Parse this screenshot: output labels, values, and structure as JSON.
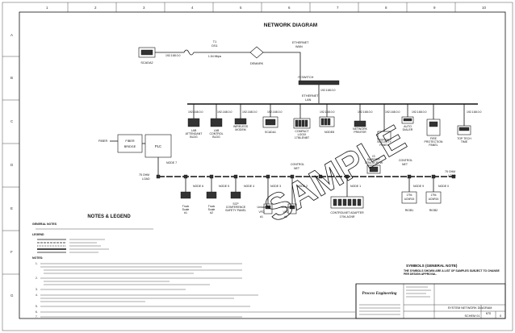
{
  "sheet": {
    "title": "NETWORK DIAGRAM",
    "grid_columns": [
      "1",
      "2",
      "3",
      "4",
      "5",
      "6",
      "7",
      "8",
      "9",
      "10"
    ],
    "grid_rows": [
      "A",
      "B",
      "C",
      "D",
      "E",
      "F",
      "G"
    ]
  },
  "diagram": {
    "t1_line": "T1",
    "t1_sub": "DS1",
    "t1_speed": "1.54 Mbps",
    "scada2": "SCADA2",
    "scada2_ip": "192.168.0.0",
    "demark": "DEMARK",
    "ethernet_wan": "ETHERNET",
    "ethernet_wan_sub": "WAN",
    "it_switch": "IT SWITCH",
    "it_switch_ip": "192.168.0.0",
    "ethernet_lan": "ETHERNET",
    "ethernet_lan_sub": "LAN",
    "lan_ips": [
      "192.168.0.0",
      "192.168.0.0",
      "192.168.0.0",
      "192.168.0.0",
      "192.168.0.0",
      "192.168.0.0",
      "192.168.0.0",
      "192.168.0.0",
      "192.168.0.0"
    ],
    "lan_devices": [
      {
        "label1": "LAB",
        "label2": "ATTENDANT",
        "label3": "BLDG"
      },
      {
        "label1": "LAB",
        "label2": "CONTROL",
        "label3": "BLDG"
      },
      {
        "label1": "WIRELESS",
        "label2": "MODEM",
        "label3": ""
      },
      {
        "label1": "SCADA1",
        "label2": "",
        "label3": ""
      },
      {
        "label1": "COMPACT",
        "label2": "LOGIX",
        "label3": "1756-ENBT"
      },
      {
        "label1": "NODE8",
        "label2": "",
        "label3": ""
      },
      {
        "label1": "NETWORK",
        "label2": "PRINTER",
        "label3": ""
      },
      {
        "label1": "SECURITY",
        "label2": "PANEL",
        "label3": ""
      },
      {
        "label1": "AUTO",
        "label2": "DIALER",
        "label3": ""
      },
      {
        "label1": "FIRE",
        "label2": "PROTECTION",
        "label3": "PANEL"
      },
      {
        "label1": "TOP TECH",
        "label2": "TIME",
        "label3": ""
      }
    ],
    "fiber": "FIBER",
    "fiber_bridge_1": "FIBER",
    "fiber_bridge_2": "BRIDGE",
    "plc": "PLC",
    "node7": "NODE 7",
    "control_net_1": "CONTROL",
    "control_net_2": "NET",
    "control_net_3": "CONTROL",
    "control_net_4": "NET",
    "load_left_1": "75 OHM",
    "load_left_2": "LOAD",
    "load_right_1": "75 OHM",
    "load_right_2": "LOAD",
    "is_barrier_1": "IS",
    "is_barrier_2": "BARRIER",
    "is_barrier_3": "1756-NCRPW",
    "nodes": [
      "NODE 6",
      "NODE 5",
      "NODE 4",
      "NODE 3",
      "NODE 2",
      "NODE 1",
      "NODE 9",
      "NODE 0"
    ],
    "bottom_devices": [
      {
        "label1": "Truck",
        "label2": "Scale",
        "label3": "#1"
      },
      {
        "label1": "Truck",
        "label2": "Scale",
        "label3": "#2"
      },
      {
        "label1": "SCP",
        "label2": "CONFERENCE",
        "label3": "SAFETY PANEL"
      },
      {
        "label1": "Unload",
        "label2": "VFD",
        "label3": "#1"
      },
      {
        "label1": "Unload",
        "label2": "VFD",
        "label3": "#2"
      },
      {
        "label1": "CONTROLNET ADAPTER",
        "label2": "1794-ACNR",
        "label3": ""
      },
      {
        "label1": "RIOB1",
        "label2": "",
        "label3": ""
      },
      {
        "label1": "RIOB2",
        "label2": "",
        "label3": ""
      }
    ],
    "rio_1": "1794",
    "rio_2": "ACNR15",
    "watermark": "SAMPLE"
  },
  "notes": {
    "title": "NOTES & LEGEND",
    "general_notes_heading": "GENERAL NOTES",
    "legend_heading": "LEGEND",
    "notes_heading": "NOTES:",
    "note_numbers": [
      "1.",
      "2.",
      "3.",
      "4.",
      "5.",
      "6.",
      "7."
    ]
  },
  "symbols_note": {
    "heading": "SYMBOLS (GENERAL NOTE)",
    "body": "THE SYMBOLS SHOWN ARE A LIST OF SAMPLES SUBJECT TO CHANGE PER DESIGN APPROVAL."
  },
  "title_block": {
    "company_name": "Process Engineering",
    "sheet_title": "SYSTEM NETWORK DIAGRAM",
    "sheet_number": "SCHEM 01",
    "revision": "0",
    "scale": "NTS"
  }
}
